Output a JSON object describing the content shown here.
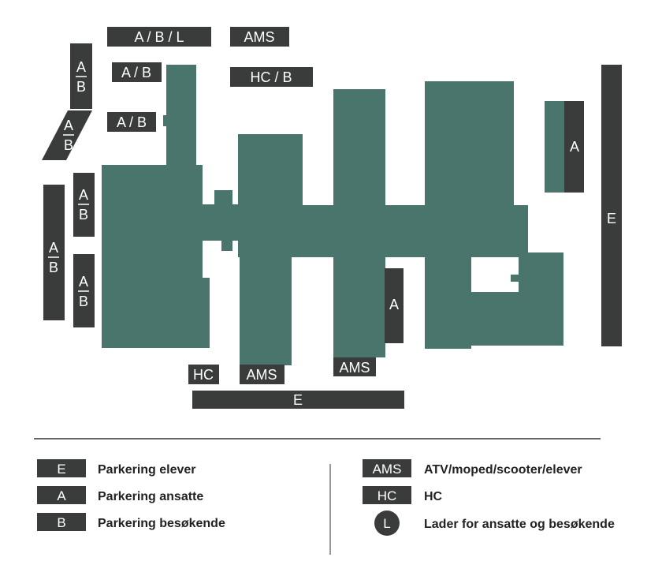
{
  "colors": {
    "building": "#4a756c",
    "parking": "#393c3b",
    "label_text": "#ffffff",
    "legend_text": "#222222",
    "divider": "#333333"
  },
  "zones": {
    "top_abl": "A / B / L",
    "top_ams": "AMS",
    "upper_ab": "A / B",
    "upper_hcb": "HC / B",
    "mid_ab": "A / B",
    "stack_a": "A",
    "stack_b": "B",
    "east_a": "A",
    "east_e": "E",
    "center_a": "A",
    "south_hc": "HC",
    "south_ams_left": "AMS",
    "south_ams_right": "AMS",
    "south_e": "E"
  },
  "legend": {
    "items": [
      {
        "key": "E",
        "label": "Parkering elever"
      },
      {
        "key": "A",
        "label": "Parkering ansatte"
      },
      {
        "key": "B",
        "label": "Parkering besøkende"
      },
      {
        "key": "AMS",
        "label": "ATV/moped/scooter/elever"
      },
      {
        "key": "HC",
        "label": "HC"
      },
      {
        "key": "L",
        "label": "Lader for ansatte og besøkende"
      }
    ]
  }
}
